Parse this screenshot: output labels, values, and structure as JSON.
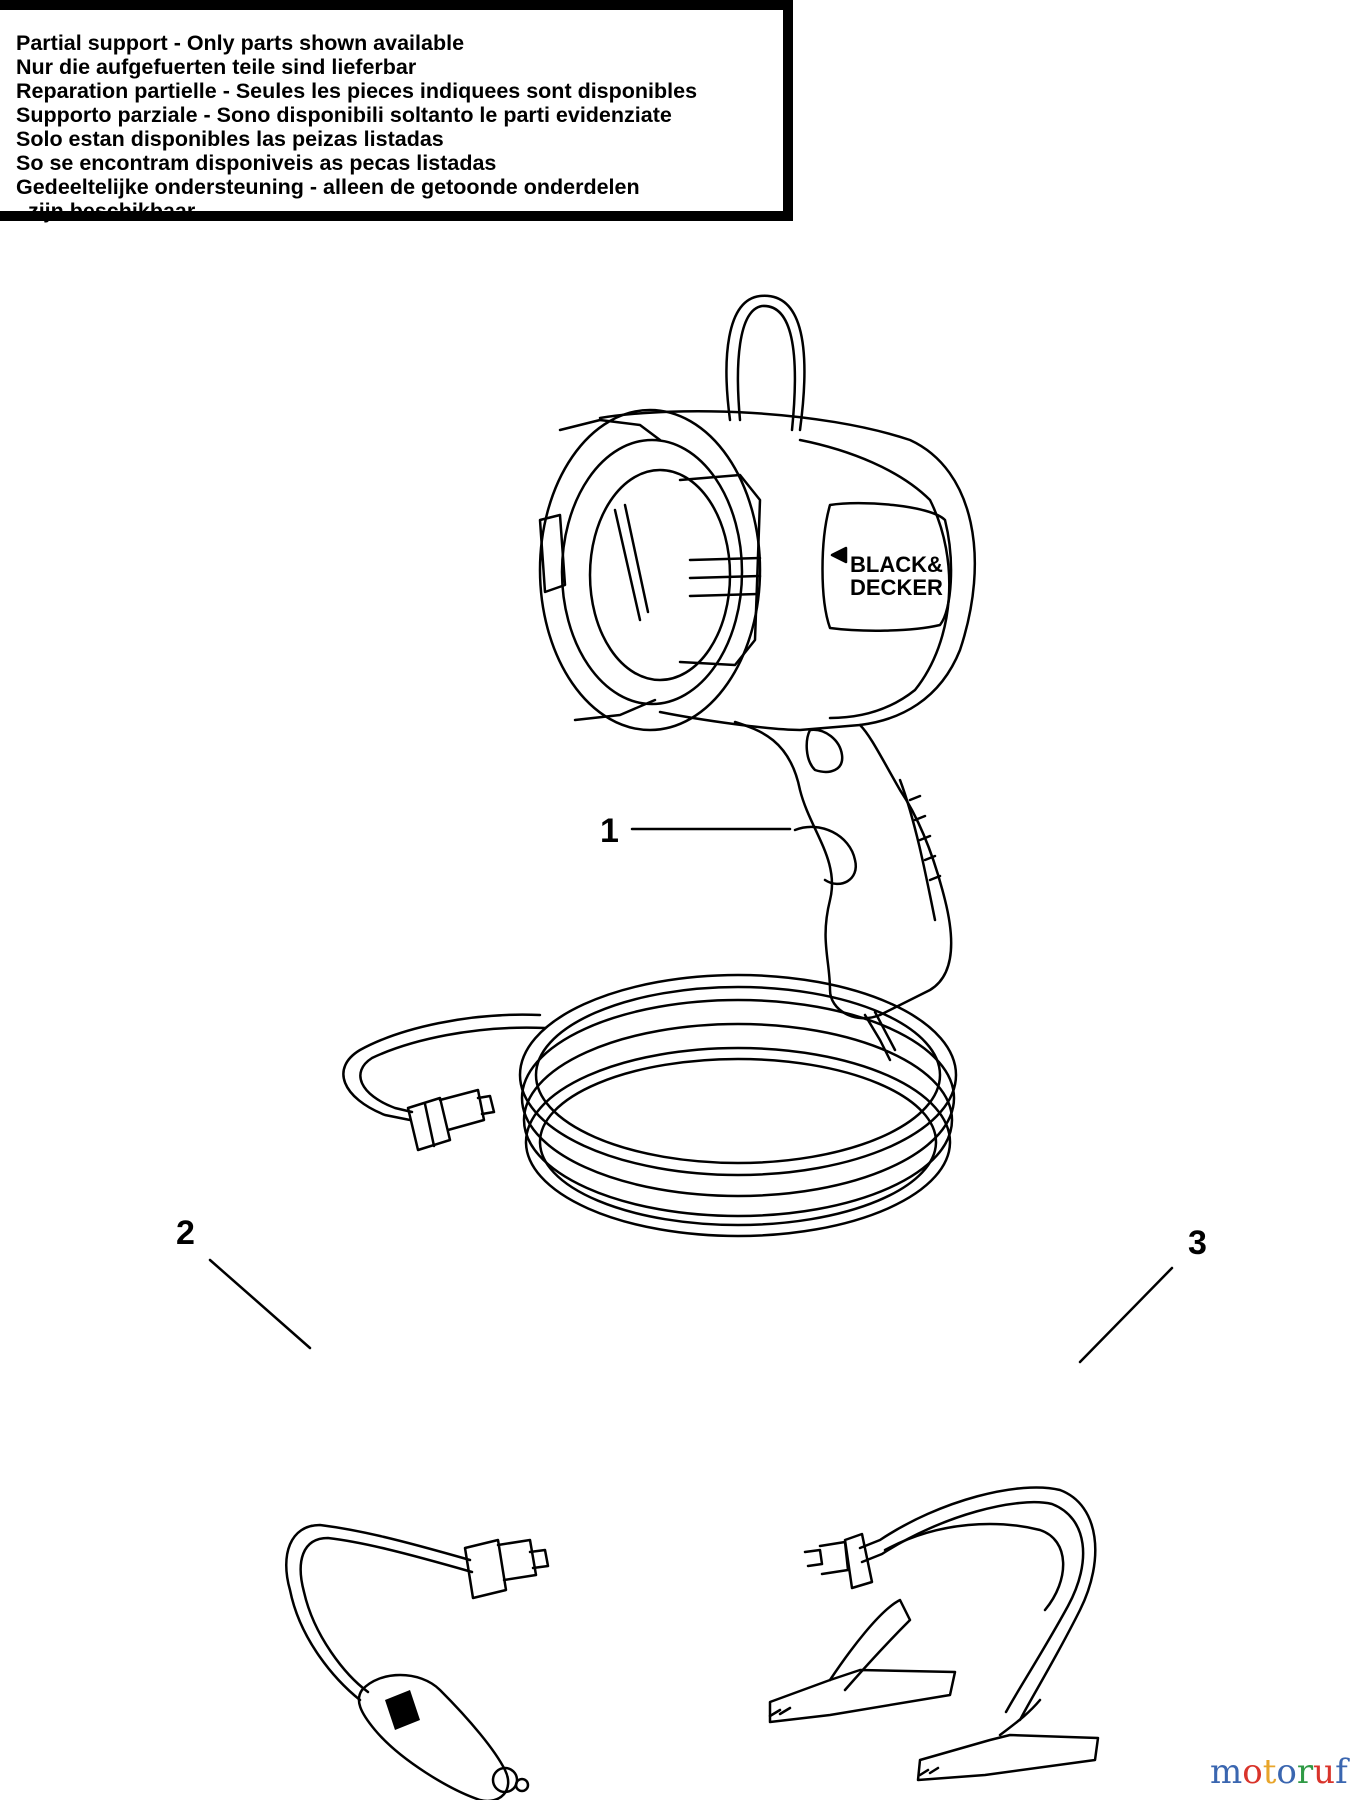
{
  "notice": {
    "lines": [
      "Partial support - Only parts shown available",
      "Nur die aufgefuerten teile sind lieferbar",
      "Reparation partielle - Seules les pieces indiquees sont disponibles",
      "Supporto parziale - Sono disponibili soltanto le parti evidenziate",
      "Solo estan disponibles las peizas listadas",
      "So se encontram disponiveis as pecas listadas",
      "Gedeeltelijke ondersteuning - alleen de getoonde onderdelen",
      "  zijn beschikbaar"
    ]
  },
  "parts": [
    {
      "number": "1"
    },
    {
      "number": "2"
    },
    {
      "number": "3"
    }
  ],
  "brand": {
    "line1": "BLACK&",
    "line2": "DECKER"
  },
  "watermark": {
    "text": "motoruf",
    "colors": [
      "#3a66b0",
      "#d9342b",
      "#e8a52a",
      "#3a66b0",
      "#2f9a45",
      "#d9342b",
      "#3a66b0"
    ]
  }
}
